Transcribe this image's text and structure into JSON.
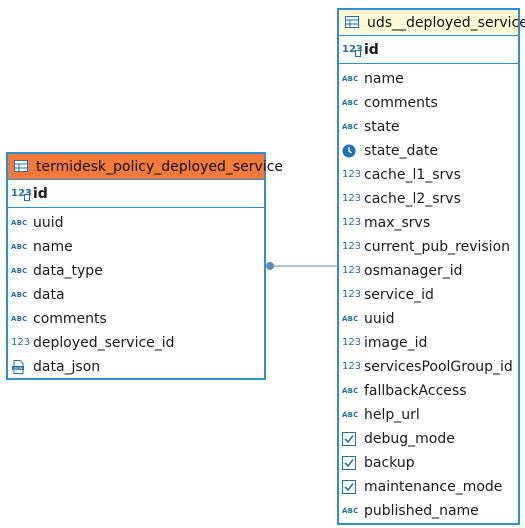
{
  "tables": {
    "left": {
      "title": "termidesk_policy_deployed_service",
      "pk": {
        "label": "id",
        "icon": "numeric-key-icon"
      },
      "columns": [
        {
          "label": "uuid",
          "type": "text"
        },
        {
          "label": "name",
          "type": "text"
        },
        {
          "label": "data_type",
          "type": "text"
        },
        {
          "label": "data",
          "type": "text"
        },
        {
          "label": "comments",
          "type": "text"
        },
        {
          "label": "deployed_service_id",
          "type": "numeric"
        },
        {
          "label": "data_json",
          "type": "json"
        }
      ]
    },
    "right": {
      "title": "uds__deployed_service",
      "pk": {
        "label": "id",
        "icon": "numeric-key-icon"
      },
      "columns": [
        {
          "label": "name",
          "type": "text"
        },
        {
          "label": "comments",
          "type": "text"
        },
        {
          "label": "state",
          "type": "text"
        },
        {
          "label": "state_date",
          "type": "datetime"
        },
        {
          "label": "cache_l1_srvs",
          "type": "numeric"
        },
        {
          "label": "cache_l2_srvs",
          "type": "numeric"
        },
        {
          "label": "max_srvs",
          "type": "numeric"
        },
        {
          "label": "current_pub_revision",
          "type": "numeric"
        },
        {
          "label": "osmanager_id",
          "type": "numeric"
        },
        {
          "label": "service_id",
          "type": "numeric"
        },
        {
          "label": "uuid",
          "type": "text"
        },
        {
          "label": "image_id",
          "type": "numeric"
        },
        {
          "label": "servicesPoolGroup_id",
          "type": "numeric"
        },
        {
          "label": "fallbackAccess",
          "type": "text"
        },
        {
          "label": "help_url",
          "type": "text"
        },
        {
          "label": "debug_mode",
          "type": "boolean"
        },
        {
          "label": "backup",
          "type": "boolean"
        },
        {
          "label": "maintenance_mode",
          "type": "boolean"
        },
        {
          "label": "published_name",
          "type": "text"
        }
      ]
    }
  },
  "icons": {
    "text": {
      "name": "abc-text-icon",
      "glyph": "ABC"
    },
    "numeric": {
      "name": "numeric-123-icon",
      "glyph": "123"
    },
    "json": {
      "name": "json-file-icon"
    },
    "datetime": {
      "name": "clock-icon"
    },
    "boolean": {
      "name": "checkbox-icon"
    }
  },
  "colors": {
    "border": "#2f8fcf",
    "left_header": "#f47a3b",
    "right_header": "#fdf8d6",
    "icon": "#1f6fb2",
    "connector": "#5b8bb0"
  }
}
